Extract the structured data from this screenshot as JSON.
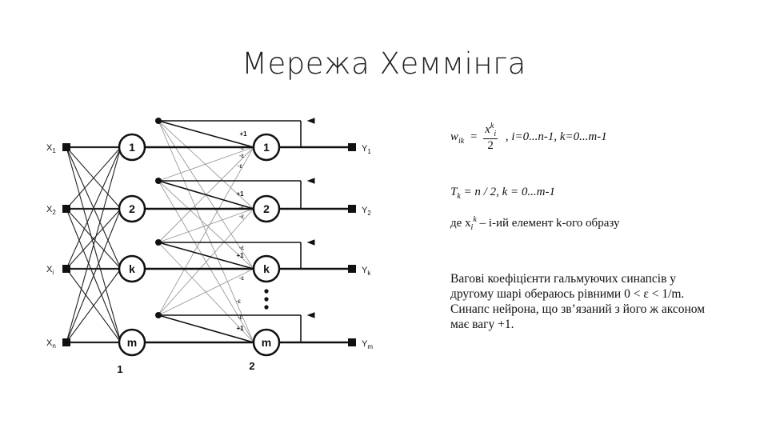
{
  "title": "Мережа Хеммінга",
  "diagram": {
    "inputs": [
      {
        "base": "X",
        "sub": "1"
      },
      {
        "base": "X",
        "sub": "2"
      },
      {
        "base": "X",
        "sub": "i"
      },
      {
        "base": "X",
        "sub": "n"
      }
    ],
    "outputs": [
      {
        "base": "Y",
        "sub": "1"
      },
      {
        "base": "Y",
        "sub": "2"
      },
      {
        "base": "Y",
        "sub": "k"
      },
      {
        "base": "Y",
        "sub": "m"
      }
    ],
    "layer1_neurons": [
      "1",
      "2",
      "k",
      "m"
    ],
    "layer2_neurons": [
      "1",
      "2",
      "k",
      "m"
    ],
    "layer_labels": [
      "1",
      "2"
    ],
    "weight_labels": [
      "+1",
      "-ε",
      "-ε",
      "-ε",
      "+1",
      "-ε",
      "-ε",
      "-ε",
      "+1",
      "-ε",
      "-ε",
      "-ε",
      "+1"
    ]
  },
  "formulas": {
    "w_lhs": "w",
    "w_lhs_sub": "ik",
    "w_eq": "=",
    "w_num": "x",
    "w_num_sup": "k",
    "w_num_sub": "i",
    "w_den": "2",
    "w_range": ", i=0...n-1, k=0...m-1",
    "t_lhs": "T",
    "t_sub": "k",
    "t_rest": " = n / 2, k = 0...m-1",
    "de_prefix": "де x",
    "de_sub": "i",
    "de_sup": "k",
    "de_rest": " – i-ий елемент k-ого образу"
  },
  "note": "Вагові коефіцієнти гальмуючих синапсів у другому шарі обераюсь рівними 0 < ε < 1/m. Синапс нейрона, що зв’язаний з його ж аксоном має вагу +1."
}
